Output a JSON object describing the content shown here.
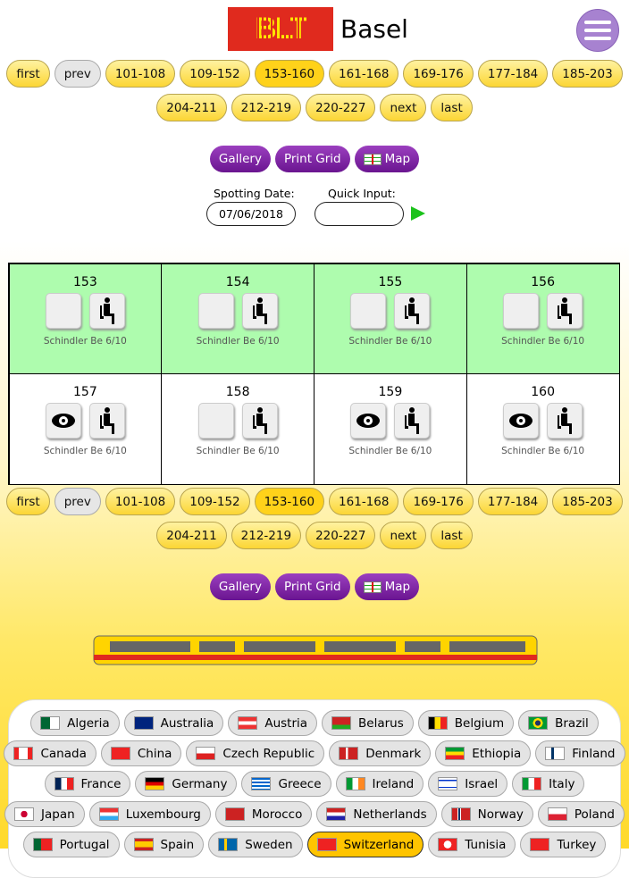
{
  "header": {
    "logo_text": "BLT",
    "city": "Basel"
  },
  "nav": {
    "items": [
      "first",
      "prev",
      "101-108",
      "109-152",
      "153-160",
      "161-168",
      "169-176",
      "177-184",
      "185-203",
      "204-211",
      "212-219",
      "220-227",
      "next",
      "last"
    ],
    "current": "153-160"
  },
  "actions": {
    "gallery": "Gallery",
    "print_grid": "Print Grid",
    "map": "Map"
  },
  "form": {
    "date_label": "Spotting Date:",
    "date_value": "07/06/2018",
    "quick_label": "Quick Input:",
    "quick_value": ""
  },
  "vehicles": [
    {
      "number": "153",
      "model": "Schindler Be 6/10",
      "status": "spotted",
      "seen": false
    },
    {
      "number": "154",
      "model": "Schindler Be 6/10",
      "status": "spotted",
      "seen": false
    },
    {
      "number": "155",
      "model": "Schindler Be 6/10",
      "status": "spotted",
      "seen": false
    },
    {
      "number": "156",
      "model": "Schindler Be 6/10",
      "status": "spotted",
      "seen": false
    },
    {
      "number": "157",
      "model": "Schindler Be 6/10",
      "status": "none",
      "seen": true
    },
    {
      "number": "158",
      "model": "Schindler Be 6/10",
      "status": "none",
      "seen": false
    },
    {
      "number": "159",
      "model": "Schindler Be 6/10",
      "status": "none",
      "seen": true
    },
    {
      "number": "160",
      "model": "Schindler Be 6/10",
      "status": "none",
      "seen": true
    }
  ],
  "countries": [
    [
      "Algeria",
      "Australia",
      "Austria",
      "Belarus",
      "Belgium",
      "Brazil"
    ],
    [
      "Canada",
      "China",
      "Czech Republic",
      "Denmark",
      "Ethiopia",
      "Finland"
    ],
    [
      "France",
      "Germany",
      "Greece",
      "Ireland",
      "Israel",
      "Italy"
    ],
    [
      "Japan",
      "Luxembourg",
      "Morocco",
      "Netherlands",
      "Norway",
      "Poland"
    ],
    [
      "Portugal",
      "Spain",
      "Sweden",
      "Switzerland",
      "Tunisia",
      "Turkey"
    ]
  ],
  "selected_country": "Switzerland",
  "colors": {
    "spotted": "#aefcae",
    "accent": "#7a1fa0",
    "pill": "#fcd634"
  }
}
